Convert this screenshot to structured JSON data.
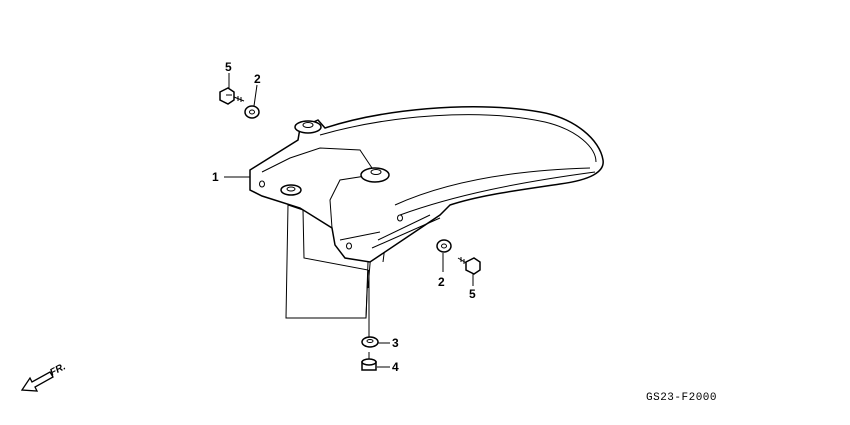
{
  "callouts": {
    "c1": "1",
    "c2_top": "2",
    "c5_top": "5",
    "c2_right": "2",
    "c5_right": "5",
    "c3": "3",
    "c4": "4"
  },
  "direction_label": "FR.",
  "diagram_code": "GS23-F2000"
}
